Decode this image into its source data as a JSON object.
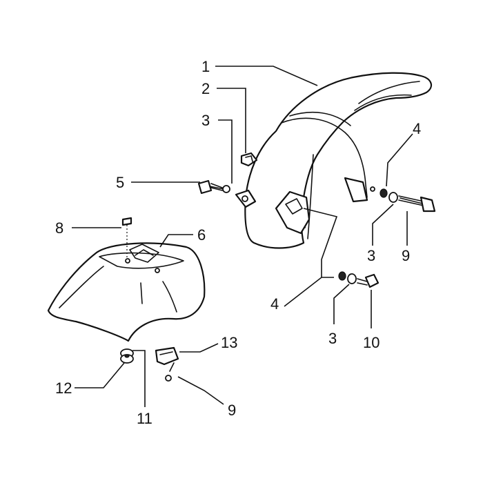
{
  "callouts": [
    {
      "id": "c1",
      "text": "1"
    },
    {
      "id": "c2",
      "text": "2"
    },
    {
      "id": "c3a",
      "text": "3"
    },
    {
      "id": "c4a",
      "text": "4"
    },
    {
      "id": "c5",
      "text": "5"
    },
    {
      "id": "c3b",
      "text": "3"
    },
    {
      "id": "c9a",
      "text": "9"
    },
    {
      "id": "c8",
      "text": "8"
    },
    {
      "id": "c6",
      "text": "6"
    },
    {
      "id": "c4b",
      "text": "4"
    },
    {
      "id": "c3c",
      "text": "3"
    },
    {
      "id": "c10",
      "text": "10"
    },
    {
      "id": "c13",
      "text": "13"
    },
    {
      "id": "c12",
      "text": "12"
    },
    {
      "id": "c11",
      "text": "11"
    },
    {
      "id": "c9b",
      "text": "9"
    }
  ]
}
